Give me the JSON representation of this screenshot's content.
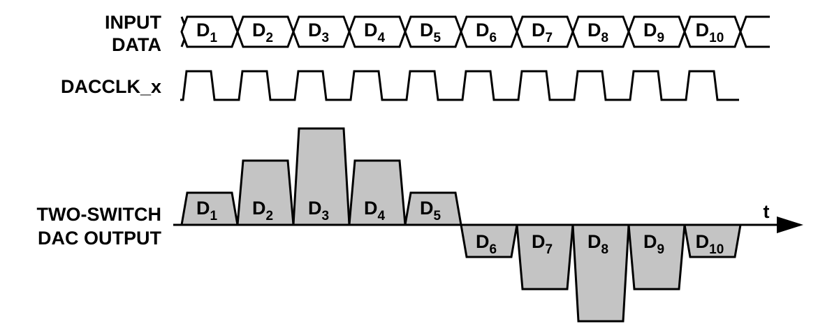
{
  "labels": {
    "input_data_line1": "INPUT",
    "input_data_line2": "DATA",
    "clock": "DACCLK_x",
    "output_line1": "TWO-SWITCH",
    "output_line2": "DAC OUTPUT",
    "time_axis": "t"
  },
  "data_words": [
    {
      "base": "D",
      "sub": "1"
    },
    {
      "base": "D",
      "sub": "2"
    },
    {
      "base": "D",
      "sub": "3"
    },
    {
      "base": "D",
      "sub": "4"
    },
    {
      "base": "D",
      "sub": "5"
    },
    {
      "base": "D",
      "sub": "6"
    },
    {
      "base": "D",
      "sub": "7"
    },
    {
      "base": "D",
      "sub": "8"
    },
    {
      "base": "D",
      "sub": "9"
    },
    {
      "base": "D",
      "sub": "10"
    }
  ],
  "dac_output": {
    "levels": [
      1,
      2,
      3,
      2,
      1,
      -1,
      -2,
      -3,
      -2,
      -1
    ]
  },
  "colors": {
    "ink": "#000000",
    "pulse_fill": "#c4c4c4",
    "background": "#ffffff"
  }
}
